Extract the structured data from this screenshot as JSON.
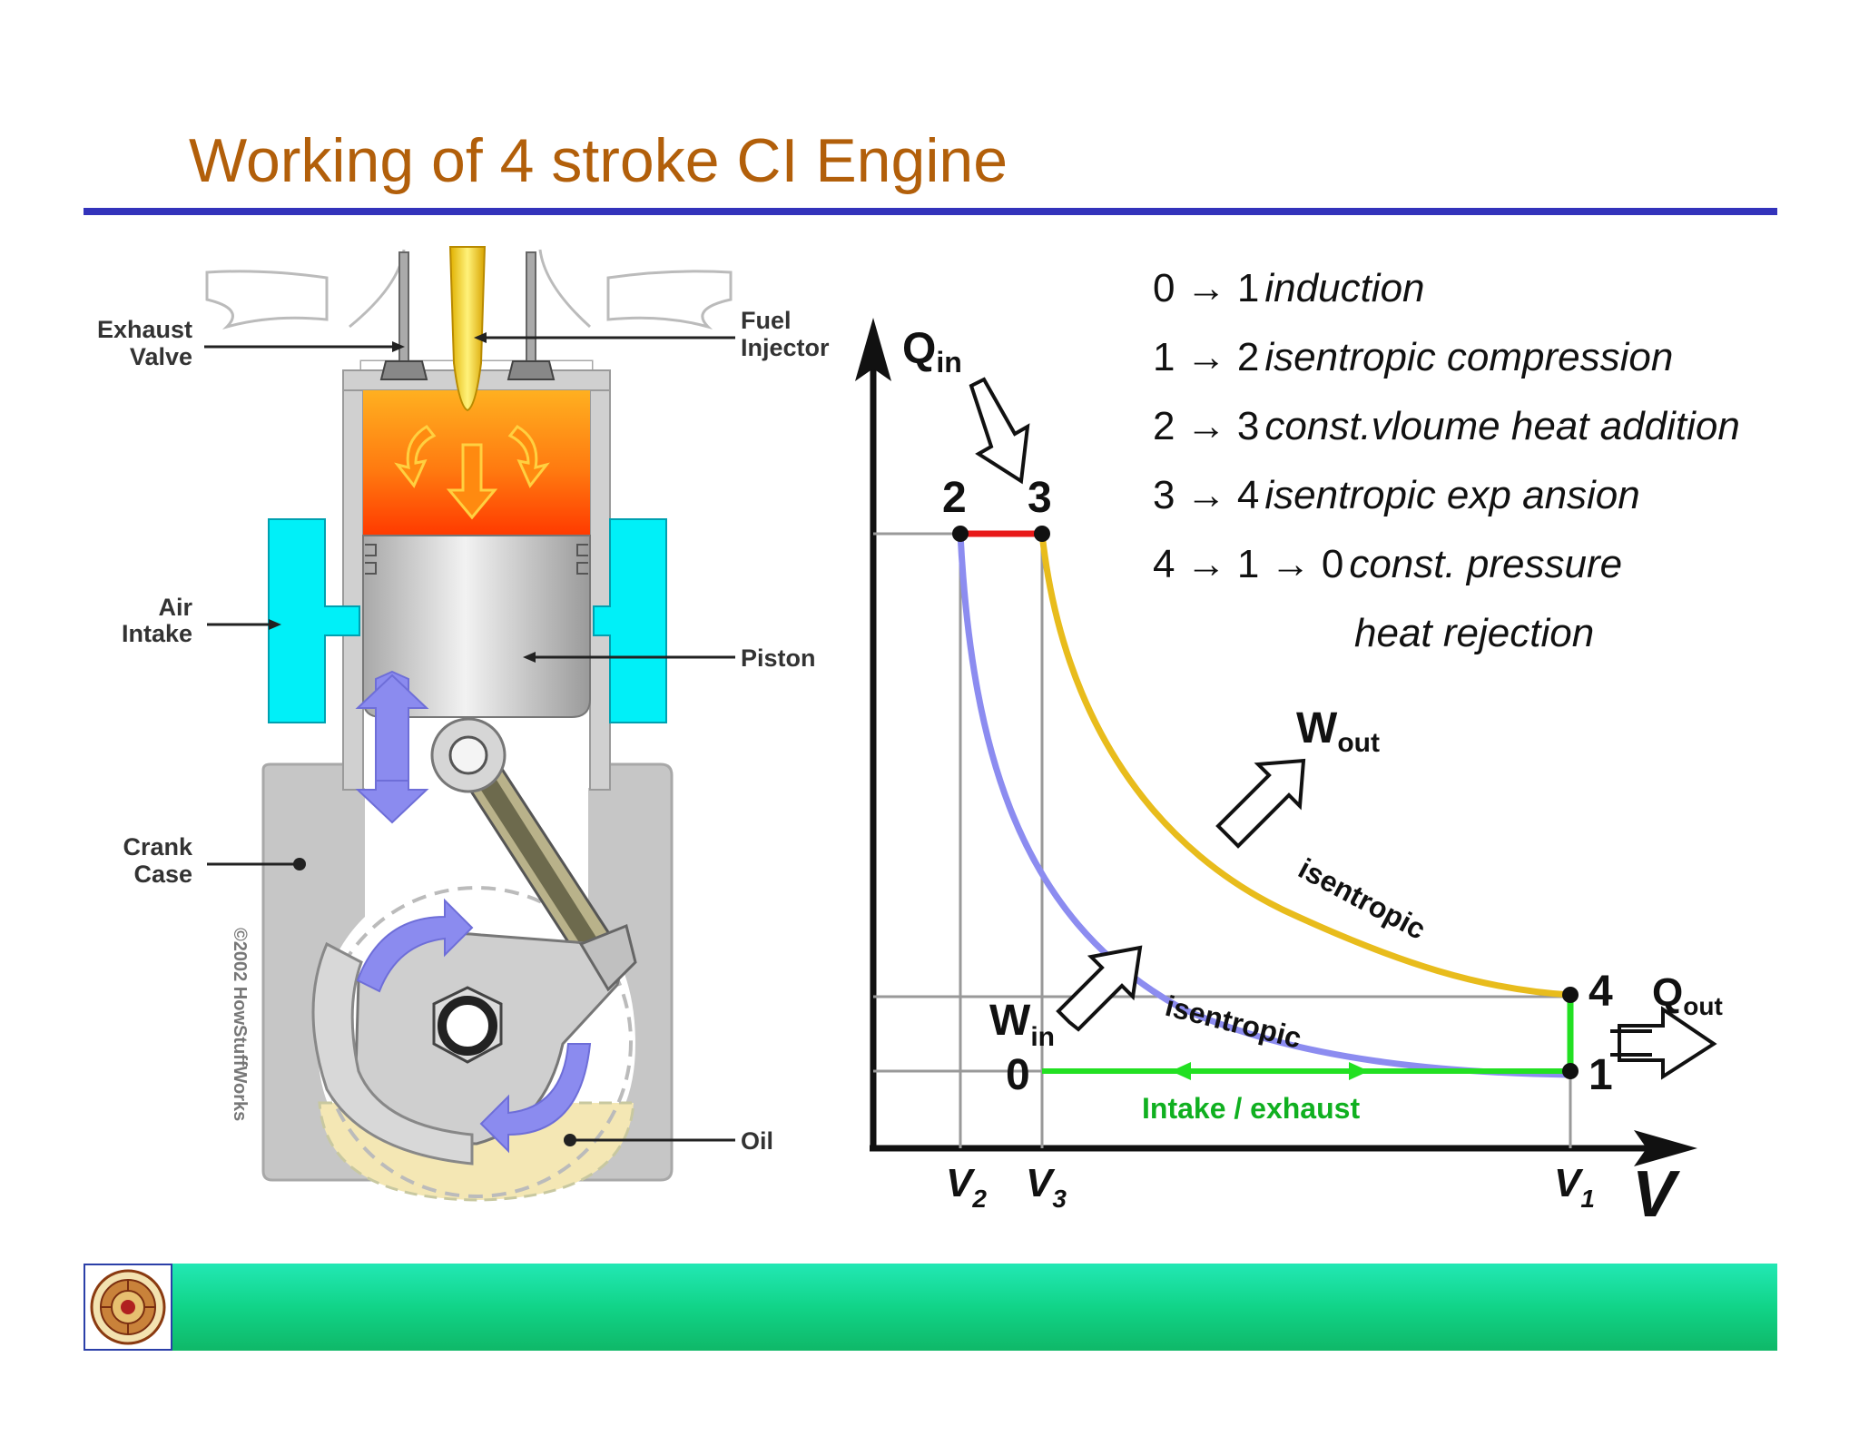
{
  "title": "Working of 4 stroke CI Engine",
  "engine_diagram": {
    "labels": {
      "exhaust_valve_1": "Exhaust",
      "exhaust_valve_2": "Valve",
      "fuel_injector_1": "Fuel",
      "fuel_injector_2": "Injector",
      "air_intake_1": "Air",
      "air_intake_2": "Intake",
      "piston": "Piston",
      "crank_case_1": "Crank",
      "crank_case_2": "Case",
      "oil": "Oil",
      "copyright": "©2002 HowStuffWorks"
    }
  },
  "pv_diagram": {
    "legend": [
      {
        "from": "0 → 1",
        "text": "induction"
      },
      {
        "from": "1 → 2",
        "text": "isentropic compression"
      },
      {
        "from": "2 → 3",
        "text": "const.vloume heat addition"
      },
      {
        "from": "3 → 4",
        "text": "isentropic exp ansion"
      },
      {
        "from": "4 → 1 → 0",
        "text": "const. pressure"
      },
      {
        "from": "",
        "text": "heat rejection"
      }
    ],
    "points": {
      "p0": "0",
      "p1": "1",
      "p2": "2",
      "p3": "3",
      "p4": "4"
    },
    "axis": {
      "v": "V",
      "v1": "V",
      "v1_sub": "1",
      "v2": "V",
      "v2_sub": "2",
      "v3": "V",
      "v3_sub": "3"
    },
    "annotations": {
      "q_in": "Q",
      "q_in_sub": "in",
      "q_out": "Q",
      "q_out_sub": "out",
      "w_out": "W",
      "w_out_sub": "out",
      "w_in": "W",
      "w_in_sub": "in",
      "isentropic_upper": "isentropic",
      "isentropic_lower": "isentropic",
      "intake_exhaust": "Intake / exhaust"
    },
    "colors": {
      "compression": "#8c8cf0",
      "heat_addition": "#e81818",
      "expansion": "#e8bc1c",
      "rejection": "#22e022",
      "intake_text": "#10b020"
    }
  },
  "colors": {
    "title": "#b25f0a",
    "rule": "#3333bb",
    "footer": "#11d488"
  }
}
